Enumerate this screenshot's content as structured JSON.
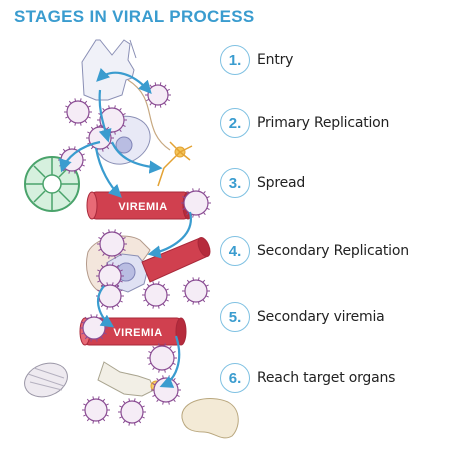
{
  "title": "STAGES IN VIRAL PROCESS",
  "vessel_labels": {
    "top": "VIREMIA",
    "bottom": "VIREMIA"
  },
  "stages": [
    {
      "number": "1.",
      "label": "Entry"
    },
    {
      "number": "2.",
      "label": "Primary Replication"
    },
    {
      "number": "3.",
      "label": "Spread"
    },
    {
      "number": "4.",
      "label": "Secondary Replication"
    },
    {
      "number": "5.",
      "label": "Secondary viremia"
    },
    {
      "number": "6.",
      "label": "Reach target organs"
    }
  ],
  "colors": {
    "accent": "#3a9ccf",
    "vessel": "#d0404f",
    "virus_fill": "#f5ecf6",
    "virus_stroke": "#8a4c93",
    "arrow": "#3a9ccf"
  }
}
